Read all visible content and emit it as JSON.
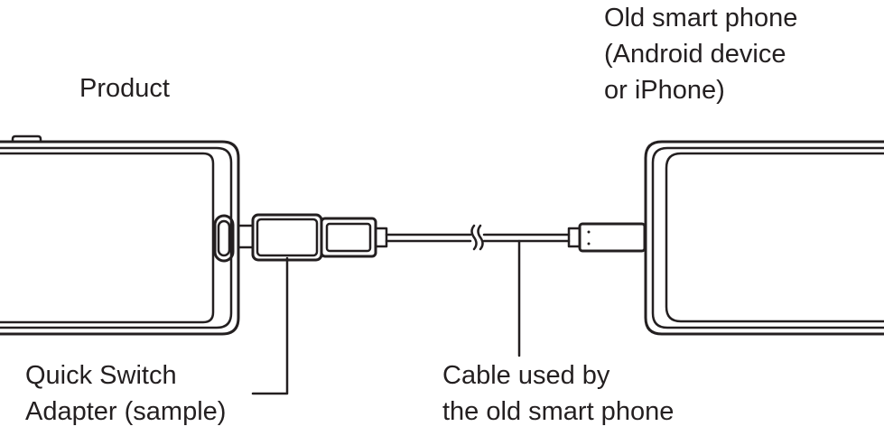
{
  "labels": {
    "product": "Product",
    "old_phone": [
      "Old smart phone",
      "(Android device",
      "or iPhone)"
    ],
    "adapter": [
      "Quick Switch",
      "Adapter (sample)"
    ],
    "cable": [
      "Cable used by",
      "the old smart phone"
    ]
  },
  "colors": {
    "stroke": "#231f20",
    "background": "#ffffff",
    "device_fill": "#ffffff"
  },
  "icons": {
    "product_device": "smartphone-side-view",
    "old_phone_device": "smartphone-side-view",
    "adapter": "usb-otg-adapter",
    "cable": "usb-cable"
  }
}
